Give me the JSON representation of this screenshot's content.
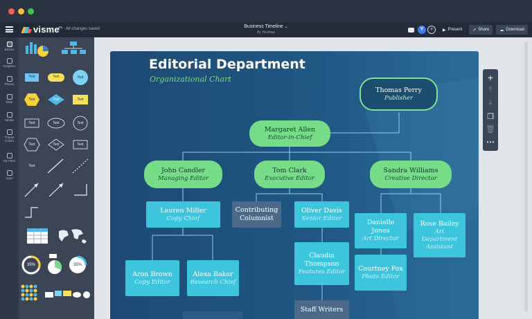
{
  "app": {
    "logo_text": "visme",
    "saved_status": "All changes saved",
    "doc_title": "Business Timeline",
    "doc_subtitle": "By Yesimaz",
    "avatar_letter": "Y",
    "present_label": "Present",
    "share_label": "Share",
    "download_label": "Download"
  },
  "rail": {
    "items": [
      {
        "label": "Basics",
        "icon": "basics-icon"
      },
      {
        "label": "Graphics",
        "icon": "graphics-icon"
      },
      {
        "label": "Photos",
        "icon": "photos-icon"
      },
      {
        "label": "Data",
        "icon": "data-icon"
      },
      {
        "label": "Media",
        "icon": "media-icon"
      },
      {
        "label": "Theme Colors",
        "icon": "theme-colors-icon"
      },
      {
        "label": "My Files",
        "icon": "my-files-icon"
      },
      {
        "label": "Apps",
        "icon": "apps-icon"
      }
    ]
  },
  "panel": {
    "shape_text": "Text",
    "gauge_a": "35%",
    "gauge_b": "35%"
  },
  "chart": {
    "title": "Editorial Department",
    "subtitle": "Organizational Chart",
    "nodes": {
      "publisher": {
        "name": "Thomas Perry",
        "role": "Publisher"
      },
      "chief": {
        "name": "Margaret Allen",
        "role": "Editor-in-Chief"
      },
      "managing": {
        "name": "John Candler",
        "role": "Managing Editor"
      },
      "executive": {
        "name": "Tom Clark",
        "role": "Executive Editor"
      },
      "creative": {
        "name": "Sandra Williams",
        "role": "Creative Director"
      },
      "copy_chief": {
        "name": "Lauren Miller",
        "role": "Copy Chief"
      },
      "columnist": {
        "name": "Contributing Columnist"
      },
      "senior": {
        "name": "Oliver Davis",
        "role": "Senior Editor"
      },
      "features": {
        "name": "Claudia Thompson",
        "role": "Features Editor"
      },
      "staff": {
        "name": "Staff Writers"
      },
      "art_director": {
        "name": "Danielle Jones",
        "role": "Art Director"
      },
      "art_assistant": {
        "name": "Rose Bailey",
        "role": "Art Department Assistant"
      },
      "photo": {
        "name": "Courtney Fox",
        "role": "Photo Editor"
      },
      "copy_editor": {
        "name": "Aron Brown",
        "role": "Copy Editor"
      },
      "research": {
        "name": "Alexa Baker",
        "role": "Research Chief"
      }
    }
  },
  "colors": {
    "canvas": "#1e4f7a",
    "green_node": "#76dc88",
    "teal_node": "#3cc5dc",
    "slate_node": "#4c6a87",
    "accent_green": "#7ee394"
  }
}
